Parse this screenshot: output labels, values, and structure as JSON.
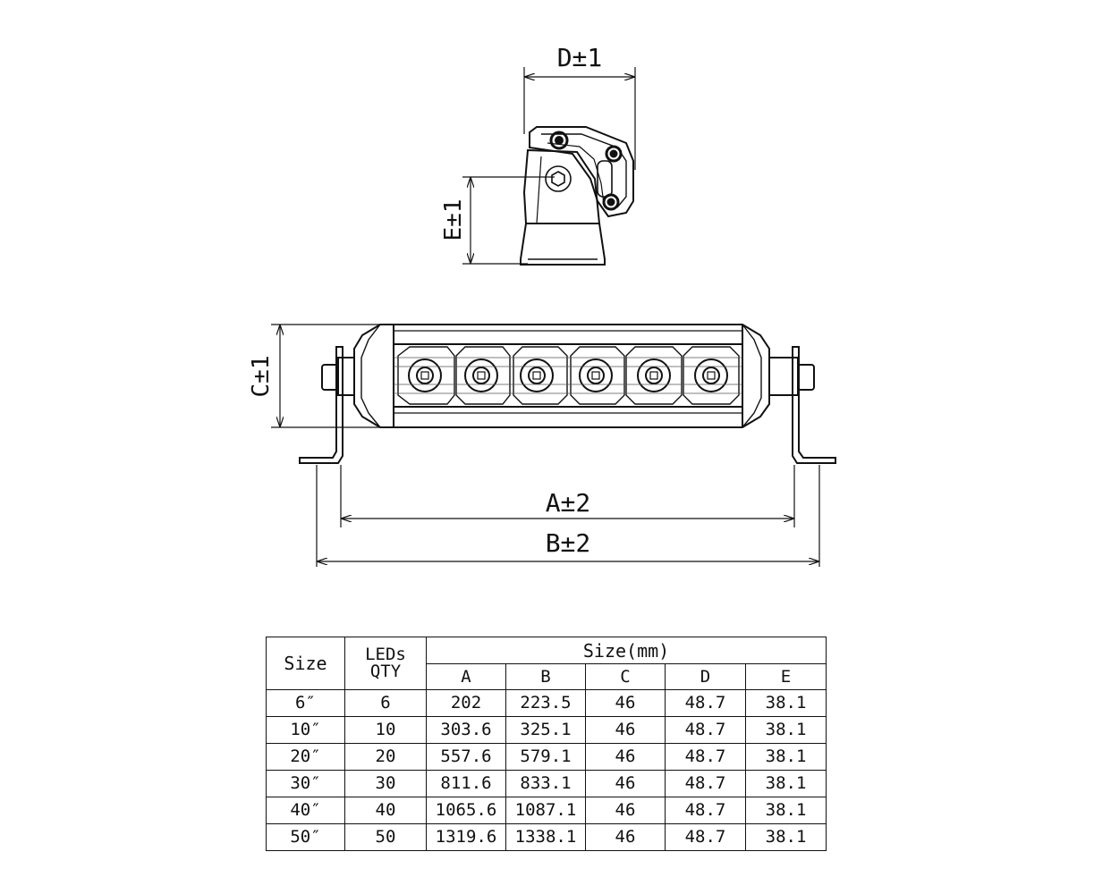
{
  "labels": {
    "dim_d": "D±1",
    "dim_e": "E±1",
    "dim_c": "C±1",
    "dim_a": "A±2",
    "dim_b": "B±2"
  },
  "table": {
    "col_size": "Size",
    "col_leds": "LEDs QTY",
    "group_header": "Size(mm)",
    "sub_headers": [
      "A",
      "B",
      "C",
      "D",
      "E"
    ],
    "rows": [
      [
        "6″",
        "6",
        "202",
        "223.5",
        "46",
        "48.7",
        "38.1"
      ],
      [
        "10″",
        "10",
        "303.6",
        "325.1",
        "46",
        "48.7",
        "38.1"
      ],
      [
        "20″",
        "20",
        "557.6",
        "579.1",
        "46",
        "48.7",
        "38.1"
      ],
      [
        "30″",
        "30",
        "811.6",
        "833.1",
        "46",
        "48.7",
        "38.1"
      ],
      [
        "40″",
        "40",
        "1065.6",
        "1087.1",
        "46",
        "48.7",
        "38.1"
      ],
      [
        "50″",
        "50",
        "1319.6",
        "1338.1",
        "46",
        "48.7",
        "38.1"
      ]
    ]
  }
}
